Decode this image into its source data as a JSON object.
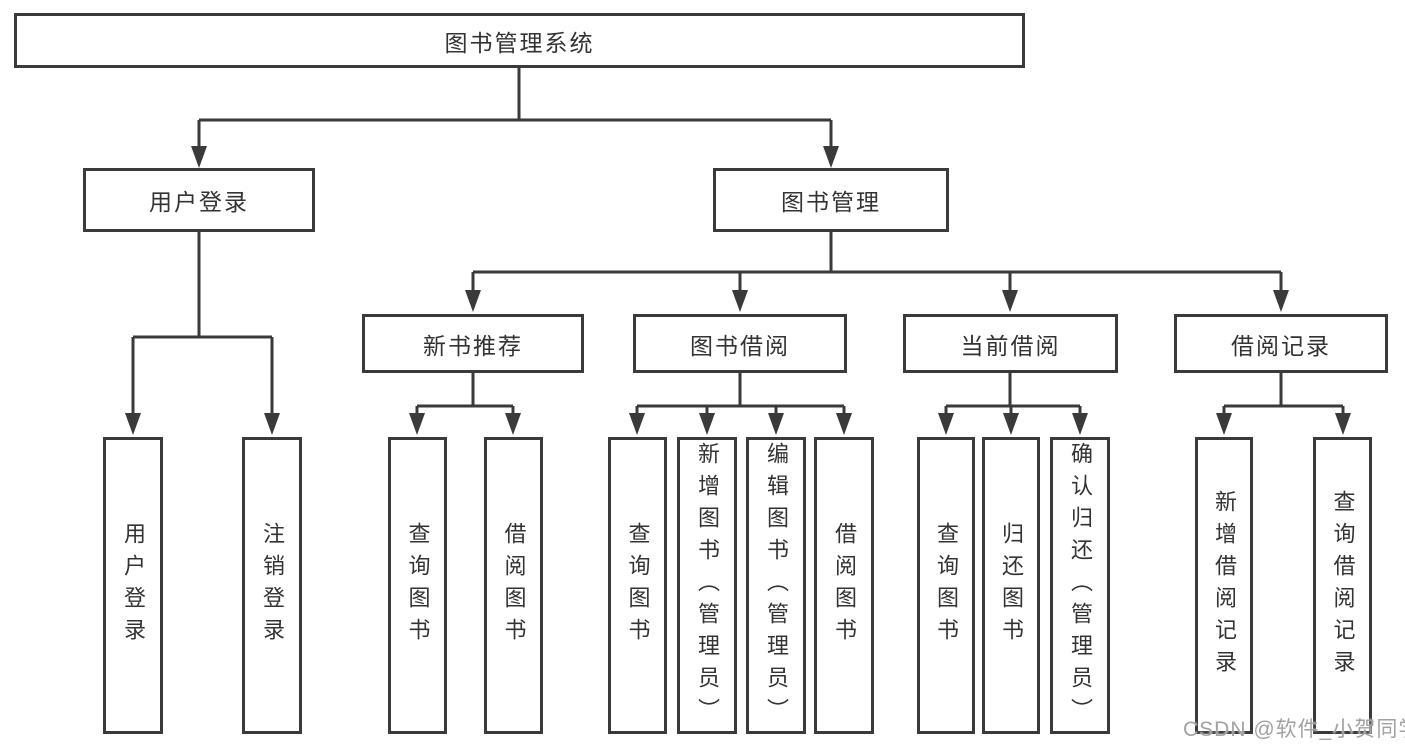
{
  "nodes": {
    "root": {
      "label": "图书管理系统"
    },
    "level1": {
      "user_login": {
        "label": "用户登录"
      },
      "book_mgmt": {
        "label": "图书管理"
      }
    },
    "level2": {
      "new_books": {
        "label": "新书推荐"
      },
      "book_borrow": {
        "label": "图书借阅"
      },
      "current_borrow": {
        "label": "当前借阅"
      },
      "borrow_records": {
        "label": "借阅记录"
      }
    },
    "leaves": {
      "user_login": [
        "用户登录",
        "注销登录"
      ],
      "new_books": [
        "查询图书",
        "借阅图书"
      ],
      "book_borrow": [
        "查询图书",
        "新增图书（管理员）",
        "编辑图书（管理员）",
        "借阅图书"
      ],
      "current_borrow": [
        "查询图书",
        "归还图书",
        "确认归还（管理员）"
      ],
      "borrow_records": [
        "新增借阅记录",
        "查询借阅记录"
      ]
    }
  },
  "watermark": "CSDN @软件_小贺同学",
  "style": {
    "line-color": "#3a3a3a",
    "text-color": "#333333",
    "box-bg": "#ffffff",
    "page-bg": "#ffffff",
    "watermark-color": "#a2a2a2"
  }
}
